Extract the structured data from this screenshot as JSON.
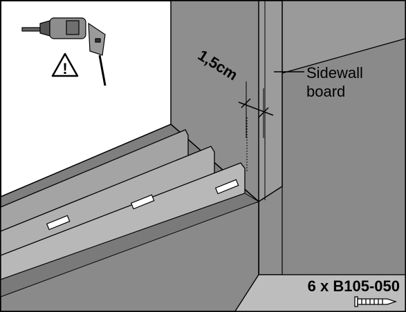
{
  "dimension": {
    "value": "1,5cm"
  },
  "callout": {
    "line1": "Sidewall",
    "line2": "board"
  },
  "parts": {
    "screw_count": "6 x B105-050",
    "screw_icon": "screw-icon"
  },
  "tool": {
    "icon": "power-drill-icon",
    "warning_icon": "warning-triangle-icon",
    "warning_glyph": "!"
  },
  "colors": {
    "board": "#8e8e8e",
    "board_dark": "#6f6f6f",
    "board_light": "#a8a8a8",
    "outline": "#000000"
  }
}
